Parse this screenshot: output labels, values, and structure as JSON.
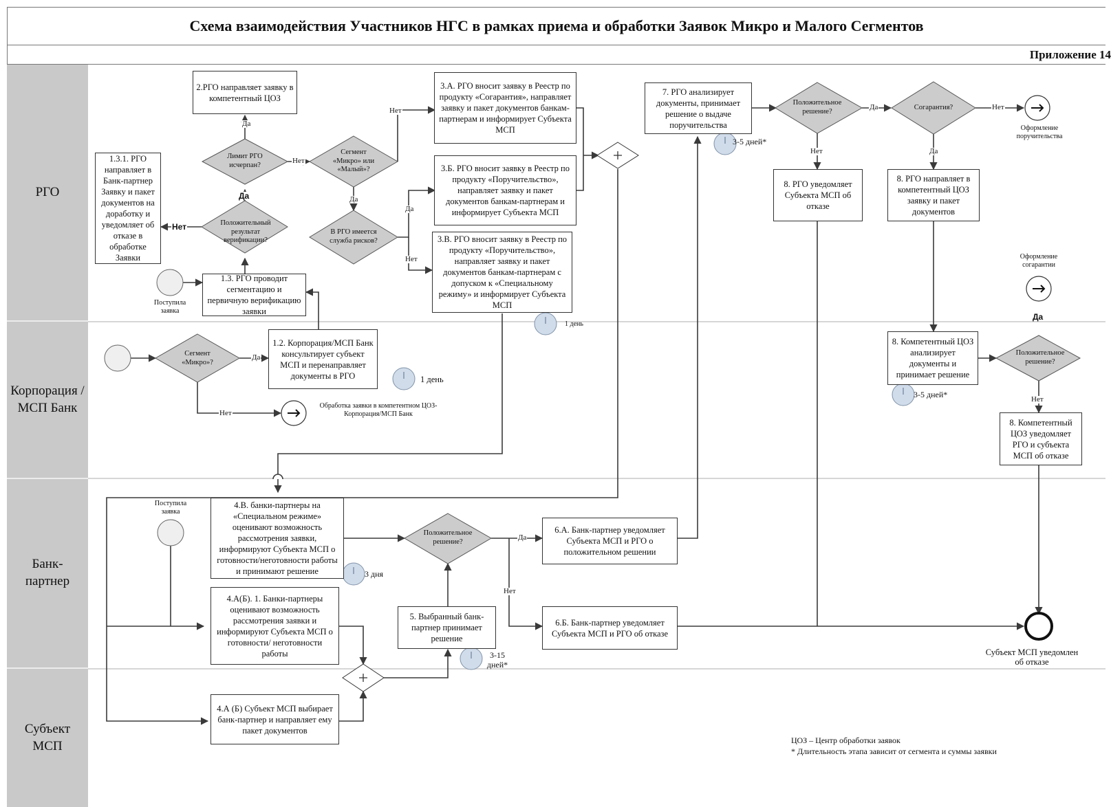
{
  "title": "Схема взаимодействия Участников НГС в рамках приема и обработки Заявок Микро и Малого Сегментов",
  "appendix": "Приложение 14",
  "lanes": {
    "rgo": "РГО",
    "corp": "Корпорация /МСП Банк",
    "bank": "Банк- партнер",
    "smsp": "Субъект МСП"
  },
  "boxes": {
    "b131": "1.3.1. РГО направляет в Банк-партнер Заявку и пакет документов на доработку и уведомляет об отказе в обработке Заявки",
    "b2": "2.РГО направляет заявку в компетентный ЦОЗ",
    "b13": "1.3. РГО проводит сегментацию и первичную верификацию заявки",
    "b3a": "3.А. РГО вносит заявку в Реестр по продукту «Согарантия», направляет заявку и пакет документов банкам-партнерам и информирует Субъекта МСП",
    "b3b": "3.Б. РГО вносит заявку в Реестр по продукту «Поручительство», направляет заявку и пакет документов банкам-партнерам и информирует Субъекта МСП",
    "b3v": "3.В. РГО вносит заявку в Реестр по продукту «Поручительство», направляет заявку и пакет документов банкам-партнерам с допуском к «Специальному режиму» и информирует Субъекта МСП",
    "b7": "7. РГО анализирует документы, принимает решение о выдаче поручительства",
    "b8_refuse": "8. РГО уведомляет Субъекта МСП об отказе",
    "b8_send": "8. РГО направляет в компетентный ЦОЗ заявку и пакет документов",
    "b8_analyze": "8. Компетентный ЦОЗ анализирует документы и принимает решение",
    "b8_notify": "8. Компетентный ЦОЗ уведомляет РГО и субъекта МСП об отказе",
    "b12": "1.2. Корпорация/МСП Банк консультирует субъект МСП и перенаправляет документы в РГО",
    "b4v": "4.В. банки-партнеры на «Специальном режиме» оценивают возможность рассмотрения заявки, информируют Субъекта МСП о готовности/неготовности работы и принимают решение",
    "b4ab1": "4.А(Б). 1. Банки-партнеры оценивают возможность рассмотрения заявки и информируют Субъекта МСП о готовности/ неготовности работы",
    "b5": "5. Выбранный банк-партнер принимает решение",
    "b6a": "6.А. Банк-партнер уведомляет Субъекта МСП и РГО о положительном решении",
    "b6b": "6.Б. Банк-партнер уведомляет Субъекта МСП и РГО об отказе",
    "b4ab_smsp": "4.А (Б) Субъект МСП выбирает банк-партнер и направляет ему пакет документов"
  },
  "decisions": {
    "limit": "Лимит РГО исчерпан?",
    "segment": "Сегмент «Микро» или «Малый»?",
    "positive_verif": "Положительный результат верификации?",
    "risk": "В РГО имеется служба рисков?",
    "positive7": "Положительное решение?",
    "cogarant": "Согарантия?",
    "positive_coz": "Положительное решение?",
    "micro": "Сегмент «Микро»?",
    "positive_bank": "Положительное решение?"
  },
  "labels": {
    "yes": "Да",
    "no": "Нет",
    "yes_sans": "Да",
    "no_sans": "Нет"
  },
  "events": {
    "received_rgo": "Поступила заявка",
    "received_bank": "Поступила заявка",
    "guarantee_issue": "Оформление поручительства",
    "cogarant_issue": "Оформление согарантии",
    "corp_processing": "Обработка заявки в компетентном ЦОЗ-Корпорация/МСП Банк",
    "smsp_refused": "Субъект МСП уведомлен об отказе"
  },
  "timers": {
    "t1day_rgo": "1 день",
    "t1day_corp": "1 день",
    "t35_rgo": "3-5 дней*",
    "t35_coz": "3-5 дней*",
    "t3days": "3 дня",
    "t315": "3-15 дней*"
  },
  "legend": {
    "coz": "ЦОЗ – Центр обработки заявок",
    "note": "* Длительность этапа зависит от сегмента и суммы заявки"
  },
  "colors": {
    "lane_label": "#c9c9c9",
    "diamond": "#cccccc",
    "timer": "#d0dcea",
    "line": "#3a3a3a"
  }
}
